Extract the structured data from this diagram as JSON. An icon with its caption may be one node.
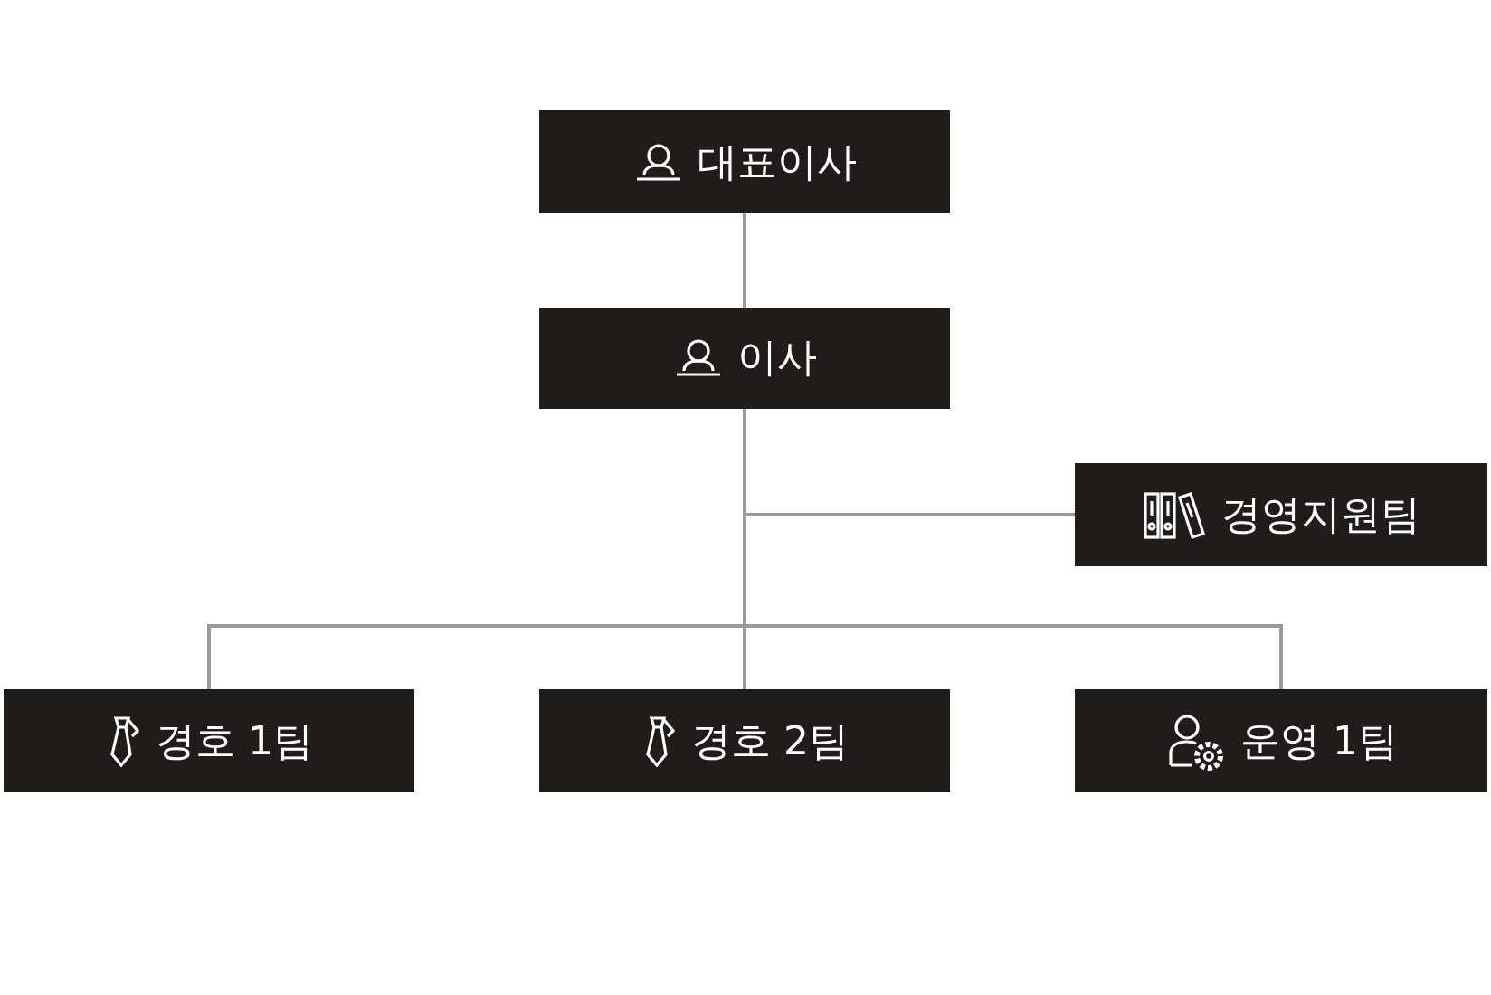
{
  "diagram": {
    "nodes": [
      {
        "text": [
          "대표이사"
        ]
      },
      {
        "text": [
          "이사"
        ]
      },
      {
        "text": [
          "경영지원팀"
        ]
      },
      {
        "text": [
          "경호 1팀"
        ]
      },
      {
        "text": [
          "경호 2팀"
        ]
      },
      {
        "text": [
          "운영 1팀"
        ]
      }
    ],
    "edges": [
      {
        "from": 0,
        "to": 1,
        "arrow": "none"
      },
      {
        "from": 1,
        "to": 2,
        "arrow": "none"
      },
      {
        "from": 1,
        "to": 3,
        "arrow": "none"
      },
      {
        "from": 1,
        "to": 4,
        "arrow": "none"
      },
      {
        "from": 1,
        "to": 5,
        "arrow": "none"
      }
    ]
  }
}
